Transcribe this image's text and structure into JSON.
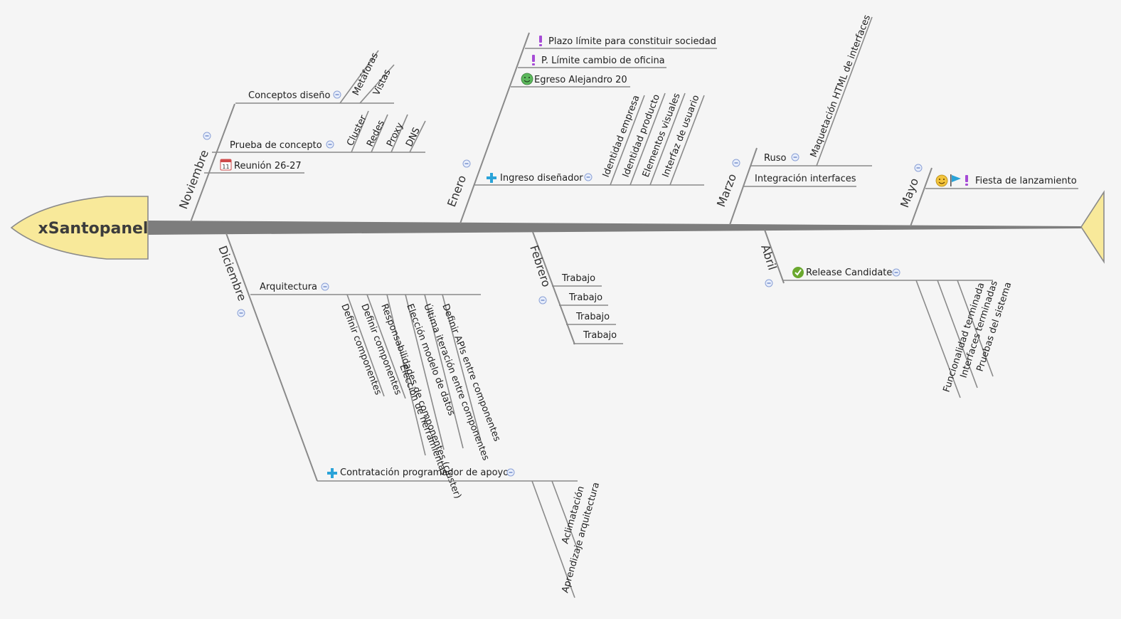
{
  "title": "xSantopanel",
  "colors": {
    "head": "#f8e99a",
    "head_stroke": "#8a8a8a",
    "spine": "#7d7d7d",
    "line": "#8a8a8a",
    "text": "#1e1e1e"
  },
  "branches": {
    "noviembre": {
      "label": "Noviembre",
      "topics": {
        "conceptos": {
          "label": "Conceptos diseño",
          "subs": [
            "Metáforas",
            "Vistas"
          ]
        },
        "prueba": {
          "label": "Prueba de concepto",
          "subs": [
            "Cluster",
            "Redes",
            "Proxy",
            "DNS"
          ]
        },
        "reunion": {
          "label": "Reunión 26-27",
          "icon": "calendar-icon",
          "calendar_day": "11"
        }
      }
    },
    "diciembre": {
      "label": "Diciembre",
      "topics": {
        "arquitectura": {
          "label": "Arquitectura",
          "subs": [
            "Definir componentes",
            "Definir componentes",
            "Responsabilidades de componentes (cluster)",
            "Elección de herramientas",
            "Elección modelo de datos",
            "Última iteración entre componentes",
            "Definir APIs entre componentes"
          ]
        },
        "contratacion": {
          "label": "Contratación programador de apoyo",
          "icon": "plus-icon",
          "subs": [
            "Aprendizaje arquitectura",
            "Aclimatación"
          ]
        }
      }
    },
    "enero": {
      "label": "Enero",
      "topics": {
        "plazo": {
          "label": "Plazo límite para constituir sociedad",
          "icon": "exclamation-icon"
        },
        "limite": {
          "label": "P. Límite cambio de oficina",
          "icon": "exclamation-icon"
        },
        "egreso": {
          "label": "Egreso Alejandro 20",
          "icon": "smiley-icon"
        },
        "ingreso": {
          "label": "Ingreso diseñador",
          "icon": "plus-icon",
          "subs": [
            "Identidad empresa",
            "Identidad producto",
            "Elementos visuales",
            "Interfaz de usuario"
          ]
        }
      }
    },
    "febrero": {
      "label": "Febrero",
      "topics": [
        "Trabajo",
        "Trabajo",
        "Trabajo",
        "Trabajo"
      ]
    },
    "marzo": {
      "label": "Marzo",
      "topics": {
        "ruso": {
          "label": "Ruso",
          "subs": [
            "Maquetación HTML de interfaces"
          ]
        },
        "integracion": {
          "label": "Integración interfaces"
        }
      }
    },
    "abril": {
      "label": "Abril",
      "topics": {
        "release": {
          "label": "Release Candidate",
          "icon": "check-icon",
          "subs": [
            "Funcionalidad terminada",
            "Interfaces terminadas",
            "Pruebas del sistema"
          ]
        }
      }
    },
    "mayo": {
      "label": "Mayo",
      "topics": {
        "fiesta": {
          "label": "Fiesta de lanzamiento",
          "icons": [
            "smiley-icon",
            "flag-icon",
            "exclamation-icon"
          ]
        }
      }
    }
  }
}
